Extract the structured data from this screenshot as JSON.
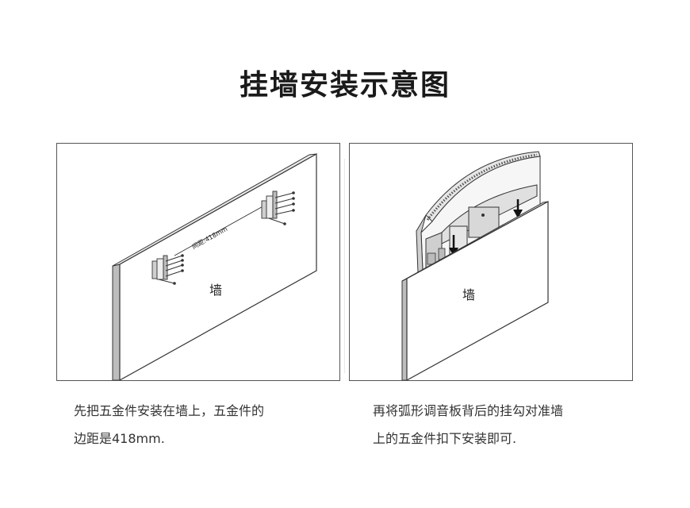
{
  "title": "挂墙安装示意图",
  "left_panel": {
    "wall_label": "墙",
    "spacing_label": "间距:418mm"
  },
  "right_panel": {
    "wall_label": "墙"
  },
  "captions": {
    "left": [
      "先把五金件安装在墙上，五金件的",
      "边距是418mm."
    ],
    "right": [
      "再将弧形调音板背后的挂勾对准墙",
      "上的五金件扣下安装即可."
    ]
  }
}
